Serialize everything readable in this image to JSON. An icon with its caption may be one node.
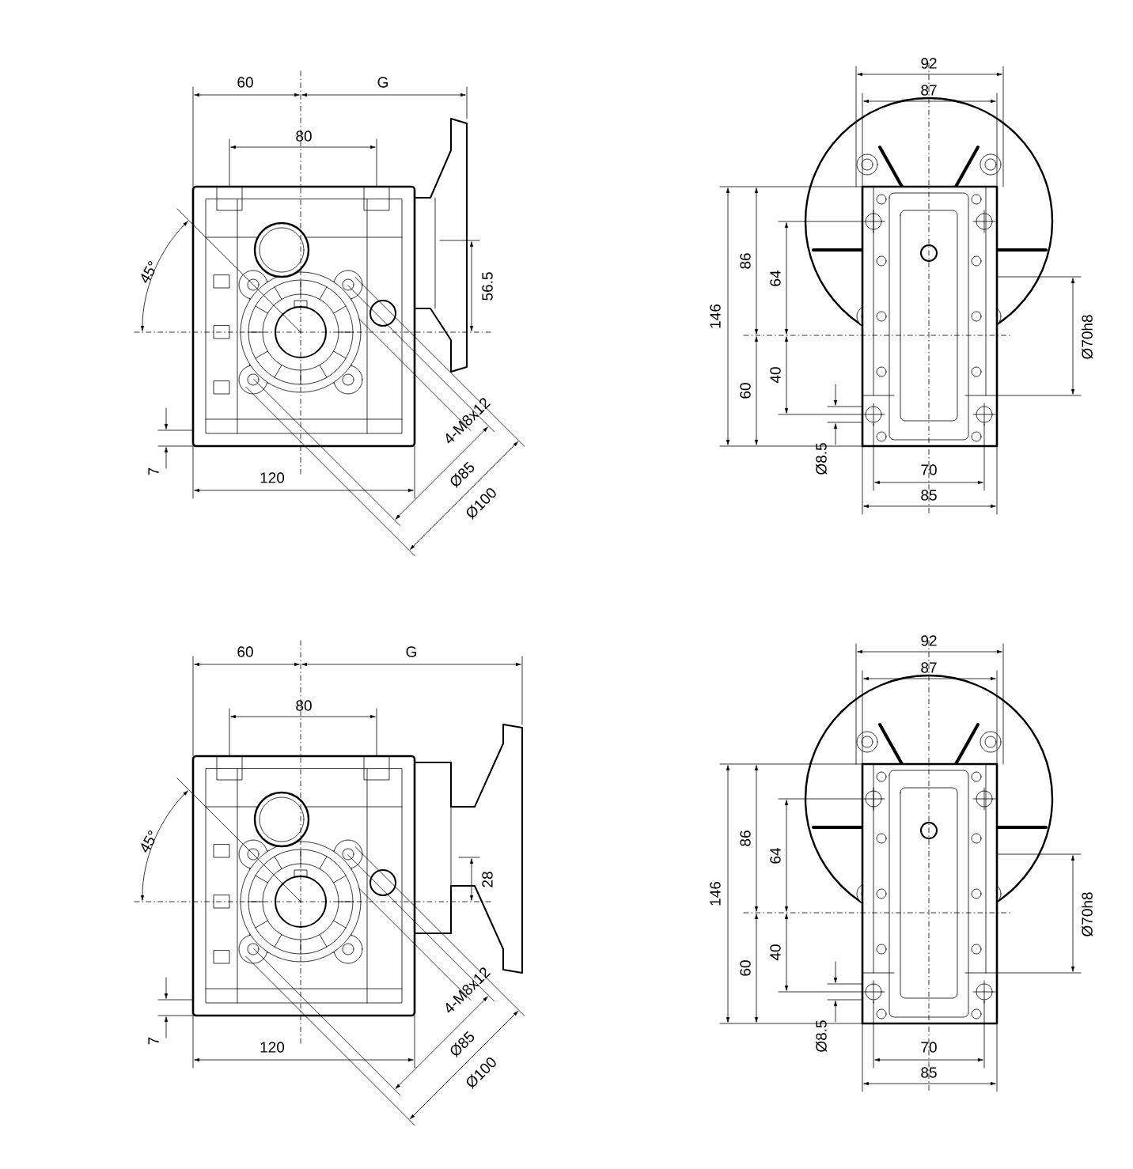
{
  "diagram": {
    "labels": [
      "60",
      "G",
      "80",
      "45°",
      "56.5",
      "4-M8x12",
      "Ø85",
      "Ø100",
      "7",
      "120",
      "92",
      "87",
      "86",
      "64",
      "146",
      "40",
      "60",
      "Ø70h8",
      "Ø8.5",
      "70",
      "85",
      "60",
      "G",
      "80",
      "45°",
      "28",
      "4-M8x12",
      "Ø85",
      "Ø100",
      "7",
      "120",
      "92",
      "87",
      "86",
      "64",
      "146",
      "40",
      "60",
      "Ø70h8",
      "Ø8.5",
      "70",
      "85"
    ]
  }
}
